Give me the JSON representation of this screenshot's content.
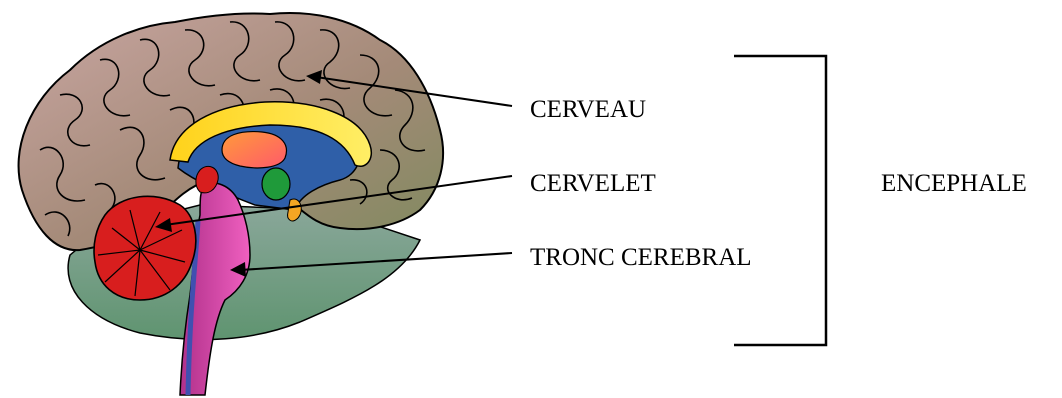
{
  "labels": {
    "cerveau": "CERVEAU",
    "cervelet": "CERVELET",
    "tronc_cerebral": "TRONC CEREBRAL",
    "encephale": "ENCEPHALE"
  },
  "colors": {
    "cerebrum": "#a88c7e",
    "cerebrum_light": "#c7a39c",
    "cerebrum_dark": "#8a8868",
    "limbic_background": "#6f9a82",
    "corpus_callosum": "#ffe033",
    "ventricle": "#2f5fa8",
    "thalamus": "#ff7a4a",
    "hippocampus_green": "#1f9a3a",
    "cerebellum": "#d81e1e",
    "brainstem": "#e84fb0",
    "fornix_orange": "#f5a623",
    "outline": "#000000"
  }
}
